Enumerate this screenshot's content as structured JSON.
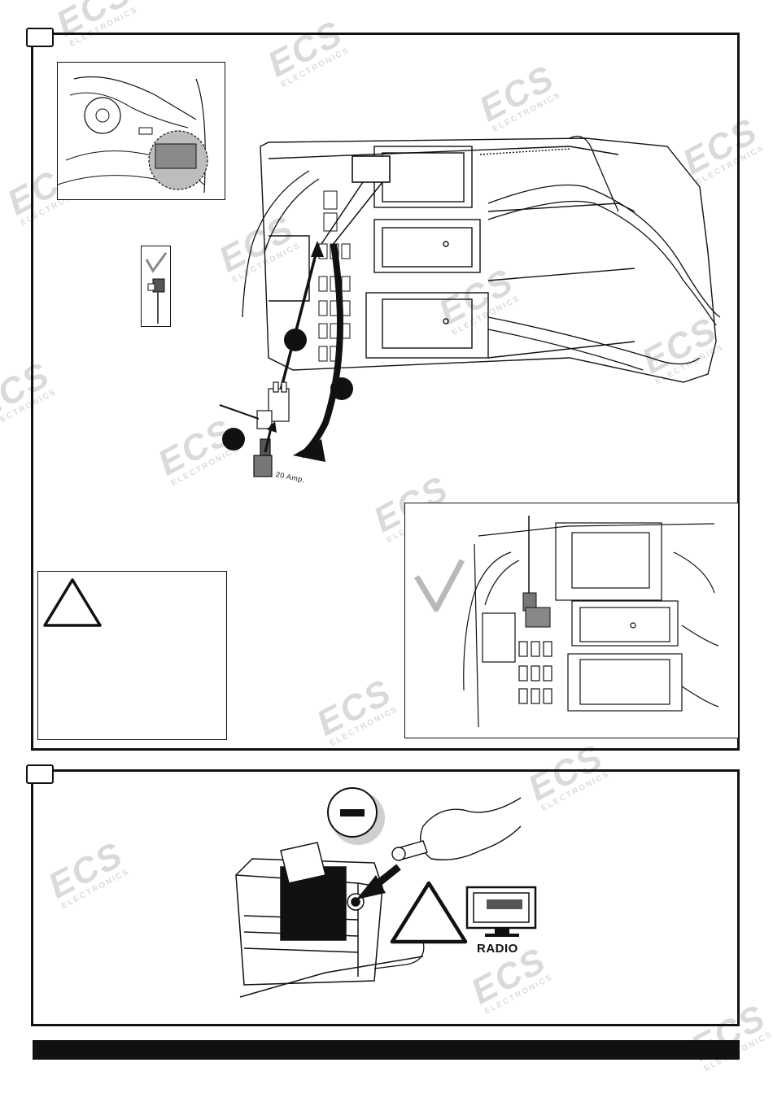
{
  "watermark": {
    "logo": "ECS",
    "sub": "ELECTRONICS"
  },
  "fuse": {
    "rating_label": "20 Amp."
  },
  "radio": {
    "label": "RADIO"
  },
  "icons": {
    "check": "check-icon",
    "warning": "warning-triangle-icon",
    "minus": "battery-negative-icon"
  },
  "colors": {
    "line": "#111111",
    "grey_check": "#b9b9b9",
    "circle_shadow": "#cfcfcf"
  }
}
